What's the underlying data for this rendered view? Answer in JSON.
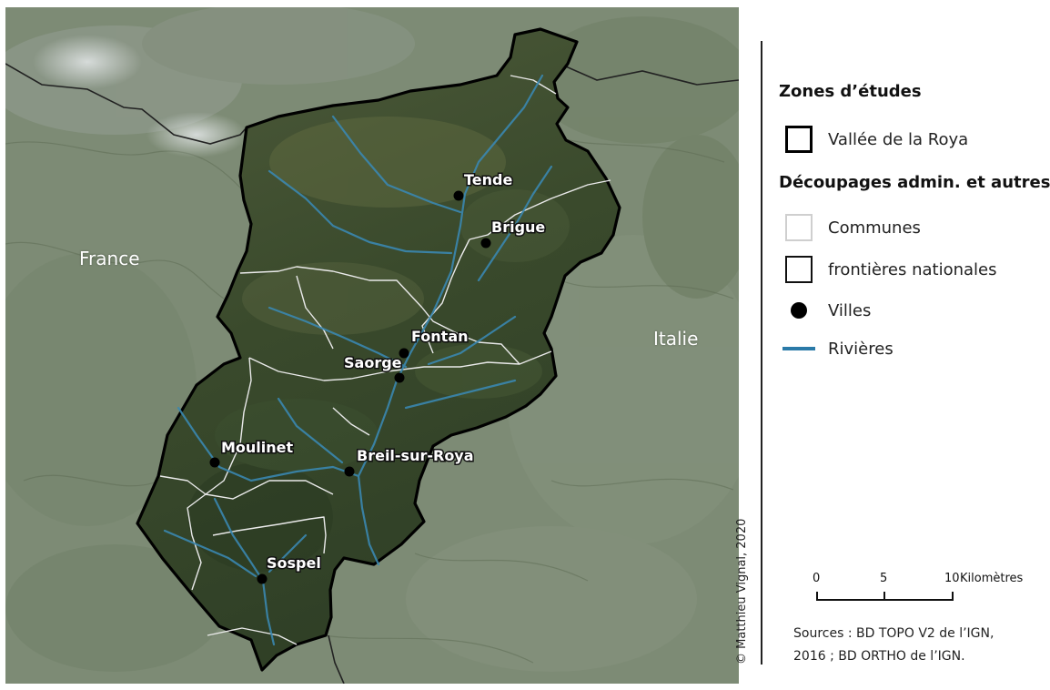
{
  "map": {
    "countries": {
      "france": "France",
      "italie": "Italie"
    },
    "towns": [
      {
        "name": "Tende"
      },
      {
        "name": "Brigue"
      },
      {
        "name": "Fontan"
      },
      {
        "name": "Saorge"
      },
      {
        "name": "Moulinet"
      },
      {
        "name": "Breil-sur-Roya"
      },
      {
        "name": "Sospel"
      }
    ]
  },
  "legend": {
    "section_zones": "Zones d’études",
    "vallee": "Vallée de la Roya",
    "section_admin": "Découpages admin. et autres",
    "communes": "Communes",
    "frontieres": "frontières nationales",
    "villes": "Villes",
    "rivieres": "Rivières"
  },
  "scale": {
    "t0": "0",
    "t1": "5",
    "t2": "10",
    "unit": "Kilomètres"
  },
  "credit": "© Matthieu Vignal, 2020",
  "sources": {
    "line1": "Sources : BD TOPO V2 de l’IGN,",
    "line2": "2016 ; BD ORTHO de l’IGN."
  },
  "colors": {
    "valley_outline": "#000000",
    "commune_lines": "#e8e8e8",
    "river": "#2a7aa8",
    "town_point": "#000000",
    "terrain_base": "#7c8a74",
    "valley_fill": "#3e4a2e"
  }
}
